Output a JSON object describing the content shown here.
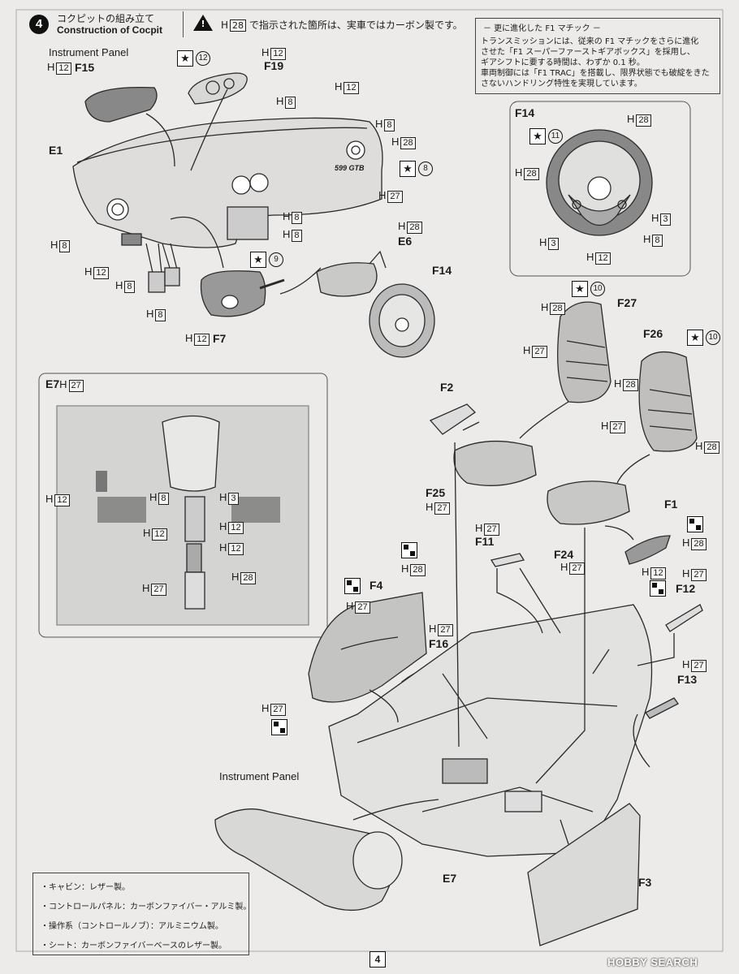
{
  "header": {
    "step_number": "4",
    "title_jp": "コクピットの組み立て",
    "title_en": "Construction of Cocpit",
    "warning_glyph": "!",
    "warning_code": "H",
    "warning_num": "28",
    "warning_text": "で指示された箇所は、実車ではカーボン製です。"
  },
  "info_box": {
    "title": "－ 更に進化した F1 マチック －",
    "lines": [
      "トランスミッションには、従来の F1 マチックをさらに進化",
      "させた「F1 スーパーファーストギアボックス」を採用し、",
      "ギアシフトに要する時間は、わずか 0.1 秒。",
      "車両制御には「F1 TRAC」を搭載し、限界状態でも破綻をきた",
      "さないハンドリング特性を実現しています。"
    ]
  },
  "labels": {
    "instrument_panel": "Instrument Panel",
    "emblem": "599 GTB",
    "F15": "F15",
    "F19": "F19",
    "E1": "E1",
    "F14": "F14",
    "E6": "E6",
    "F7": "F7",
    "F27": "F27",
    "F26": "F26",
    "F2": "F2",
    "F25": "F25",
    "F24": "F24",
    "F1": "F1",
    "F11": "F11",
    "F12": "F12",
    "F13": "F13",
    "F4": "F4",
    "F16": "F16",
    "E7": "E7",
    "F3": "F3",
    "E7_inset": "E7"
  },
  "codes": {
    "h": "H",
    "n3": "3",
    "n8": "8",
    "n12": "12",
    "n27": "27",
    "n28": "28",
    "c9": "9",
    "c10": "10",
    "c11": "11",
    "c12": "12",
    "star_glyph": "★"
  },
  "notes": [
    "・キャビン：レザー製。",
    "・コントロールパネル：カーボンファイバー・アルミ製。",
    "・操作系（コントロールノブ）：アルミニウム製。",
    "・シート：カーボンファイバーベースのレザー製。"
  ],
  "page_number": "4",
  "watermark": "HOBBY SEARCH"
}
